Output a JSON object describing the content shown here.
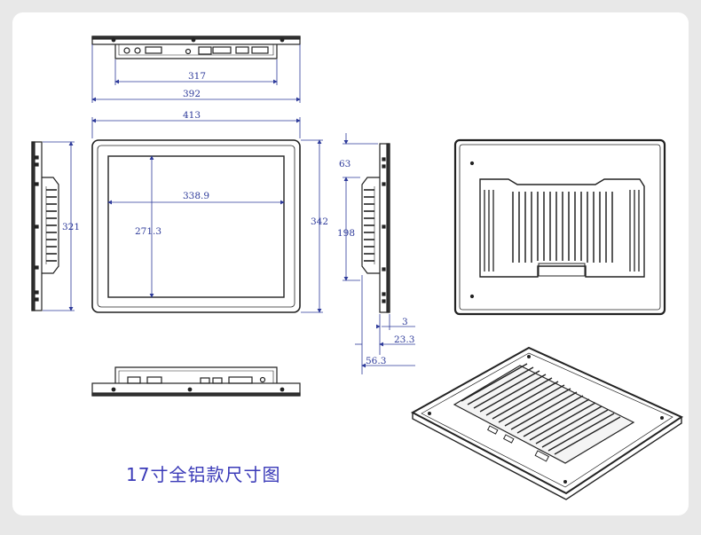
{
  "title": "17寸全铝款尺寸图",
  "dimensions": {
    "top_inner": "317",
    "top_outer": "392",
    "front_width": "413",
    "screen_width": "338.9",
    "screen_height": "271.3",
    "front_height": "342",
    "side_left_height": "321",
    "side_top_offset": "63",
    "side_mount_height": "198",
    "side_d1": "3",
    "side_d2": "23.3",
    "side_d3": "56.3"
  },
  "colors": {
    "dimension": "#2d3a9a",
    "line": "#222222",
    "caption": "#3a3ab8"
  }
}
